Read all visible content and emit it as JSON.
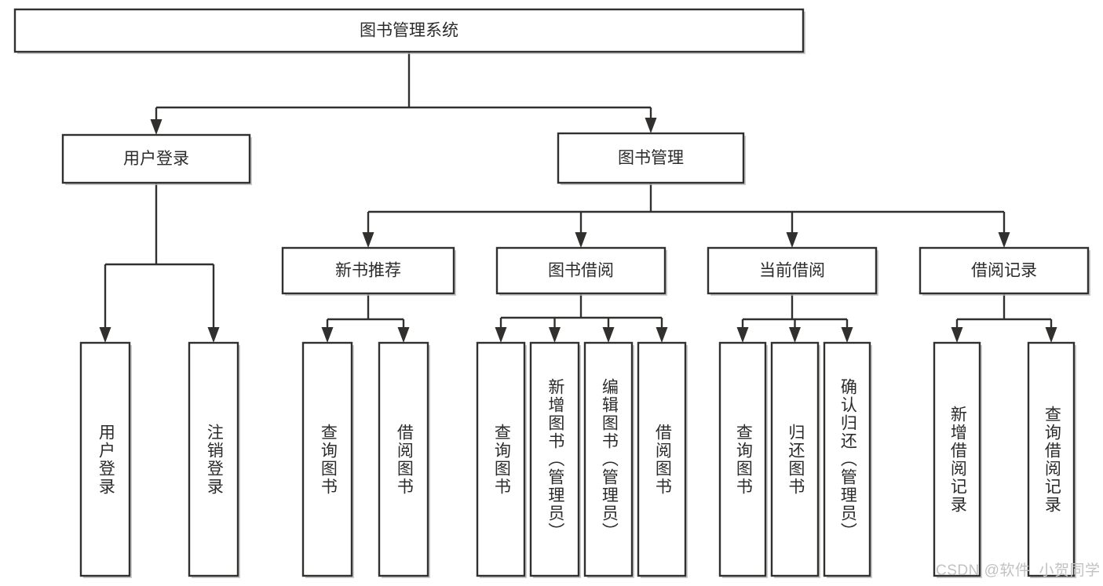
{
  "diagram": {
    "title": "图书管理系统",
    "type": "hierarchy-tree",
    "orientation": "top-down",
    "style": {
      "box_fill": "#ffffff",
      "box_stroke": "#31302f",
      "connector_color": "#31302f",
      "text_color": "#2b2b2b",
      "background": "#ffffff",
      "watermark_color": "#c2c2c2"
    },
    "root": {
      "id": "root",
      "label": "图书管理系统",
      "orientation": "horizontal"
    },
    "level1": [
      {
        "id": "user-login",
        "label": "用户登录",
        "orientation": "horizontal"
      },
      {
        "id": "book-manage",
        "label": "图书管理",
        "orientation": "horizontal"
      }
    ],
    "level2": [
      {
        "id": "new-book-recommend",
        "label": "新书推荐",
        "parent": "book-manage",
        "orientation": "horizontal"
      },
      {
        "id": "book-borrow",
        "label": "图书借阅",
        "parent": "book-manage",
        "orientation": "horizontal"
      },
      {
        "id": "current-borrow",
        "label": "当前借阅",
        "parent": "book-manage",
        "orientation": "horizontal"
      },
      {
        "id": "borrow-record",
        "label": "借阅记录",
        "parent": "book-manage",
        "orientation": "horizontal"
      }
    ],
    "leaves": [
      {
        "id": "leaf-user-login",
        "label": "用户登录",
        "parent": "user-login",
        "orientation": "vertical"
      },
      {
        "id": "leaf-user-logout",
        "label": "注销登录",
        "parent": "user-login",
        "orientation": "vertical"
      },
      {
        "id": "leaf-query-book-new",
        "label": "查询图书",
        "parent": "new-book-recommend",
        "orientation": "vertical"
      },
      {
        "id": "leaf-borrow-book-new",
        "label": "借阅图书",
        "parent": "new-book-recommend",
        "orientation": "vertical"
      },
      {
        "id": "leaf-query-book-borrow",
        "label": "查询图书",
        "parent": "book-borrow",
        "orientation": "vertical"
      },
      {
        "id": "leaf-add-book",
        "label": "新增图书（管理员）",
        "parent": "book-borrow",
        "orientation": "vertical"
      },
      {
        "id": "leaf-edit-book",
        "label": "编辑图书（管理员）",
        "parent": "book-borrow",
        "orientation": "vertical"
      },
      {
        "id": "leaf-borrow-book",
        "label": "借阅图书",
        "parent": "book-borrow",
        "orientation": "vertical"
      },
      {
        "id": "leaf-query-book-current",
        "label": "查询图书",
        "parent": "current-borrow",
        "orientation": "vertical"
      },
      {
        "id": "leaf-return-book",
        "label": "归还图书",
        "parent": "current-borrow",
        "orientation": "vertical"
      },
      {
        "id": "leaf-confirm-return",
        "label": "确认归还（管理员）",
        "parent": "current-borrow",
        "orientation": "vertical"
      },
      {
        "id": "leaf-add-record",
        "label": "新增借阅记录",
        "parent": "borrow-record",
        "orientation": "vertical"
      },
      {
        "id": "leaf-query-record",
        "label": "查询借阅记录",
        "parent": "borrow-record",
        "orientation": "vertical"
      }
    ],
    "watermark": "CSDN @软件_小贺同学"
  }
}
